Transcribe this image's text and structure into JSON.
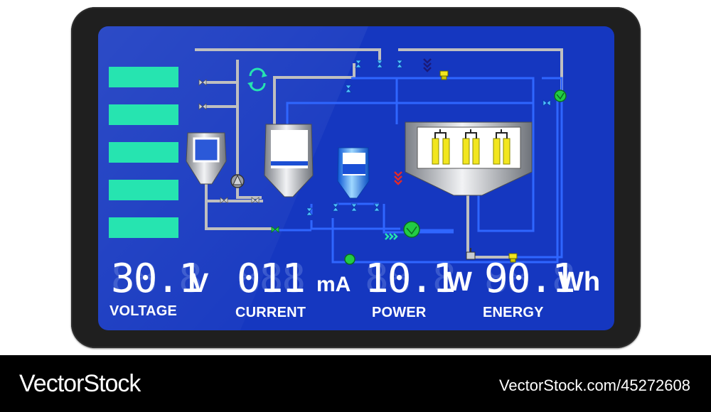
{
  "meters": {
    "voltage": {
      "ghost": "88.8",
      "value": "30.1",
      "unit": "V",
      "label": "VOLTAGE"
    },
    "current": {
      "ghost": "888",
      "value": "011",
      "unit": "mA",
      "label": "CURRENT"
    },
    "power": {
      "ghost": "88.8",
      "value": "10.1",
      "unit": "W",
      "label": "POWER"
    },
    "energy": {
      "ghost": "88.8",
      "value": "90.1",
      "unit": "Wh",
      "label": "ENERGY"
    }
  },
  "level_bars": {
    "count": 5,
    "color": "#26e4b0"
  },
  "colors": {
    "screen": "#1537c0",
    "bezel": "#1f1f1f",
    "pipe_gray": "#bfbfbf",
    "pipe_blue": "#2f66ff",
    "pump_green": "#22cc44",
    "heater_yellow": "#f2e61e"
  },
  "icons": [
    "recycle-icon",
    "pump-icon",
    "valve-icon",
    "chevron-down-icon",
    "chevron-right-icon",
    "sensor-icon"
  ],
  "footer": {
    "brand": "VectorStock",
    "credit": "VectorStock.com/45272608"
  }
}
